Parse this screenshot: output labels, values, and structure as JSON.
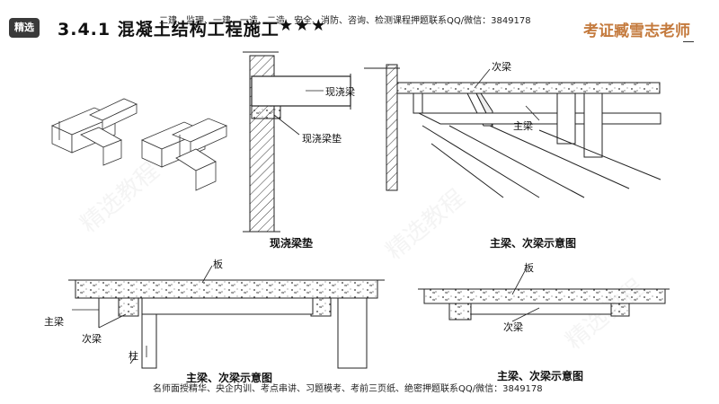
{
  "header": {
    "badge": "精选",
    "title": "3.4.1 混凝土结构工程施工",
    "stars": "★★★",
    "notice": "二建、监理、一建、一造、二造、安全、消防、咨询、检测课程押题联系QQ/微信：3849178",
    "teacher": "考证臧雪志老师"
  },
  "diagram_top_mid": {
    "label_beam": "现浇梁",
    "label_pad": "现浇梁垫",
    "caption": "现浇梁垫"
  },
  "diagram_top_right": {
    "label_secondary": "次梁",
    "label_main": "主梁",
    "caption": "主梁、次梁示意图"
  },
  "diagram_bottom_left": {
    "label_slab": "板",
    "label_main": "主梁",
    "label_secondary": "次梁",
    "label_column": "柱",
    "caption": "主梁、次梁示意图"
  },
  "diagram_bottom_right": {
    "label_slab": "板",
    "label_secondary": "次梁",
    "caption": "主梁、次梁示意图"
  },
  "footer": {
    "notice": "名师面授精华、央企内训、考点串讲、习题模考、考前三页纸、绝密押题联系QQ/微信：3849178"
  }
}
